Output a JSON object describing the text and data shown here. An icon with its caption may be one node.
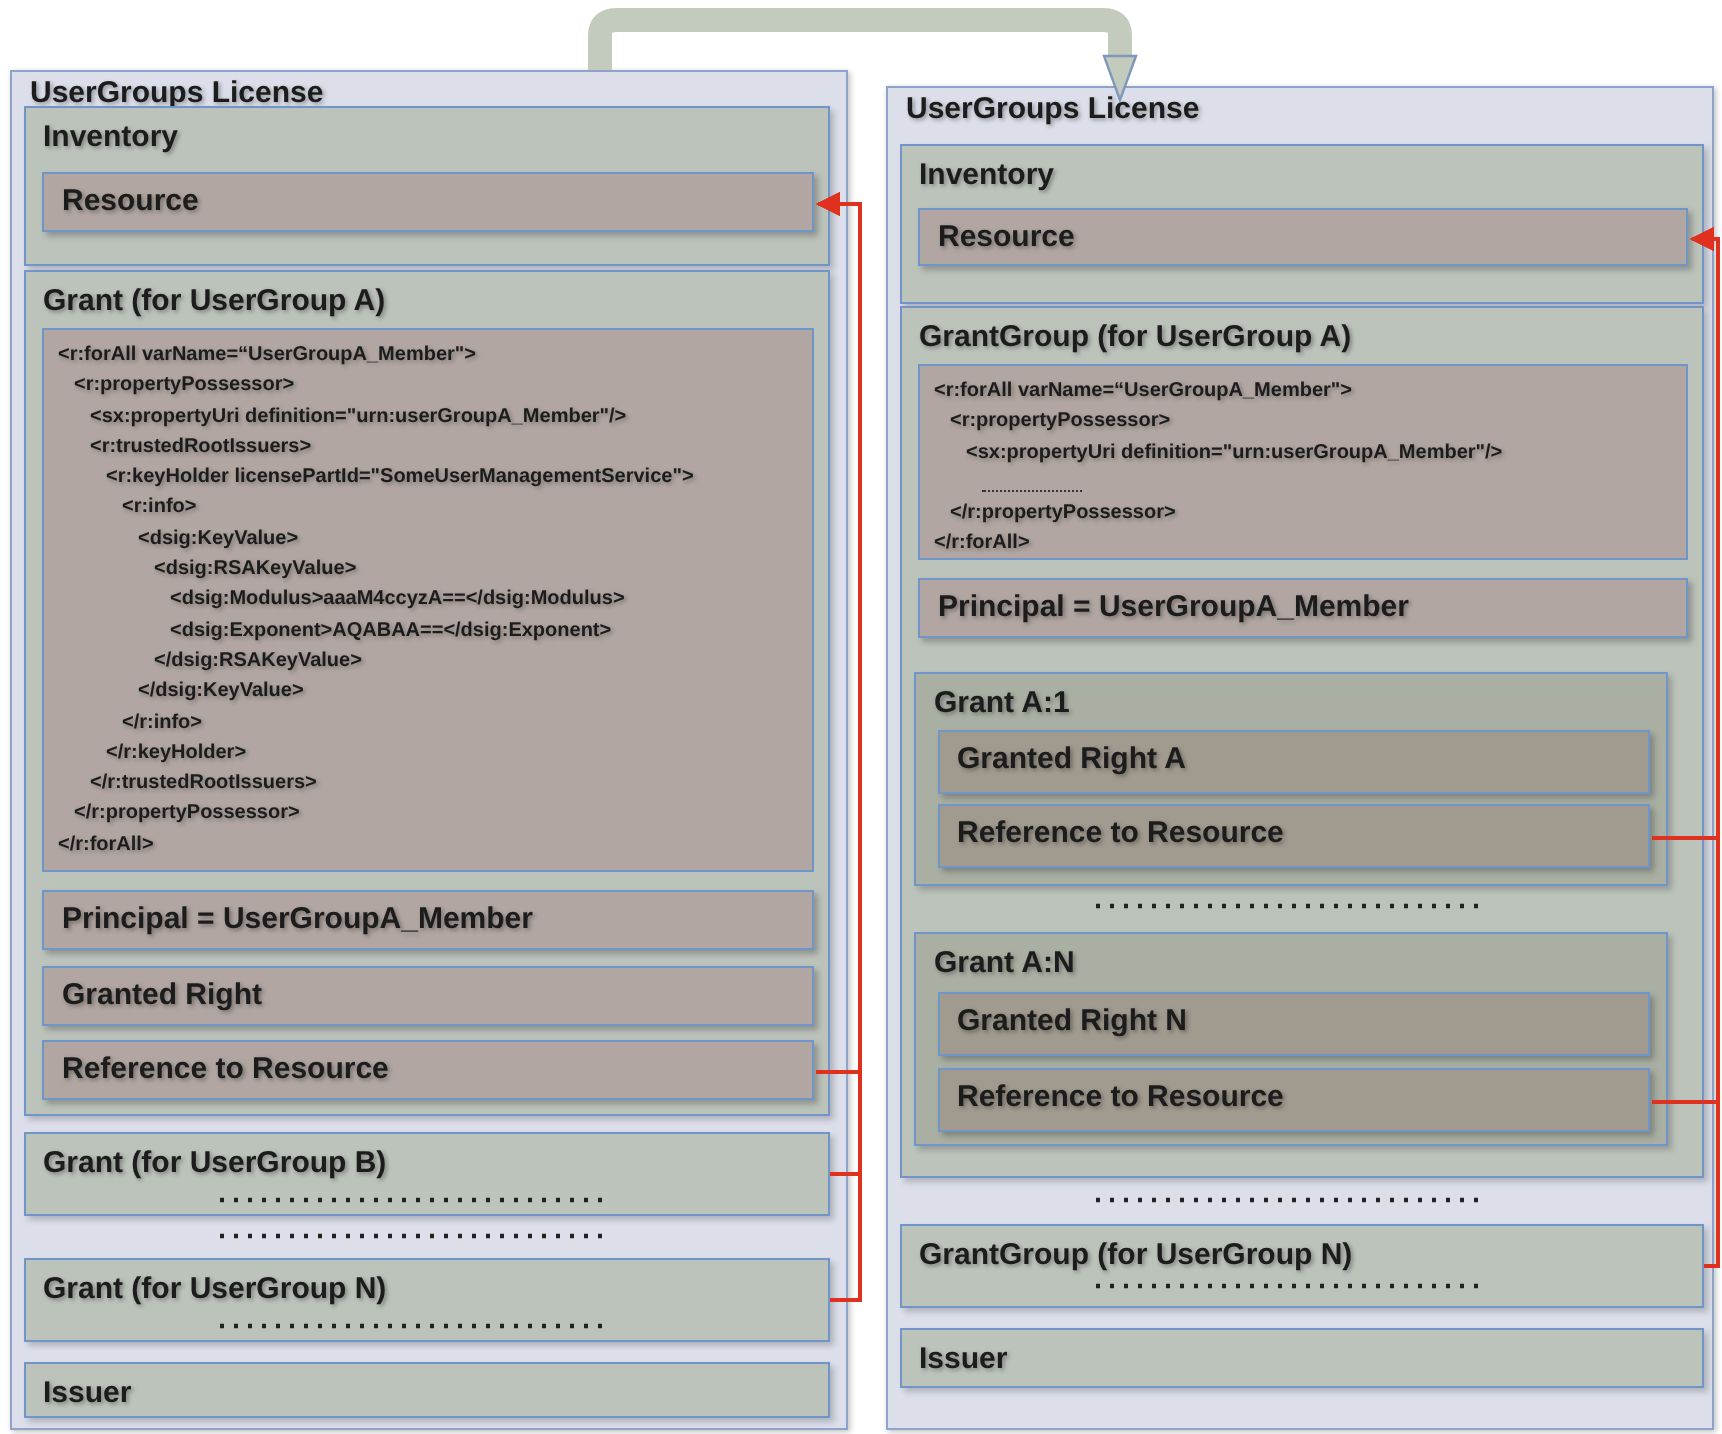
{
  "diagram": {
    "nodes": [
      {
        "text": [
          "UserGroups License"
        ]
      },
      {
        "text": [
          "Inventory"
        ],
        "in": 0
      },
      {
        "text": [
          "Resource"
        ],
        "in": 1
      },
      {
        "text": [
          "Grant (for UserGroup A)"
        ],
        "in": 0
      },
      {
        "text": [
          "<r:forAll varName=“UserGroupA_Member\">",
          "<r:propertyPossessor>",
          "<sx:propertyUri definition=\"urn:userGroupA_Member\"/>",
          "<r:trustedRootIssuers>",
          "<r:keyHolder licensePartId=\"SomeUserManagementService\">",
          "<r:info>",
          "<dsig:KeyValue>",
          "<dsig:RSAKeyValue>",
          "<dsig:Modulus>aaaM4ccyzA==</dsig:Modulus>",
          "<dsig:Exponent>AQABAA==</dsig:Exponent>",
          "</dsig:RSAKeyValue>",
          "</dsig:KeyValue>",
          "</r:info>",
          "</r:keyHolder>",
          "</r:trustedRootIssuers>",
          "</r:propertyPossessor>",
          "</r:forAll>"
        ],
        "in": 3
      },
      {
        "text": [
          "Principal = UserGroupA_Member"
        ],
        "in": 3
      },
      {
        "text": [
          "Granted Right"
        ],
        "in": 3
      },
      {
        "text": [
          "Reference to Resource"
        ],
        "in": 3
      },
      {
        "text": [
          "Grant (for UserGroup B)"
        ],
        "in": 0
      },
      {
        "text": [
          "Grant (for UserGroup N)"
        ],
        "in": 0
      },
      {
        "text": [
          "Issuer"
        ],
        "in": 0
      },
      {
        "text": [
          "UserGroups License"
        ]
      },
      {
        "text": [
          "Inventory"
        ],
        "in": 11
      },
      {
        "text": [
          "Resource"
        ],
        "in": 12
      },
      {
        "text": [
          "GrantGroup (for UserGroup A)"
        ],
        "in": 11
      },
      {
        "text": [
          "<r:forAll varName=“UserGroupA_Member\">",
          "<r:propertyPossessor>",
          "<sx:propertyUri definition=\"urn:userGroupA_Member\"/>",
          "</r:propertyPossessor>",
          "</r:forAll>"
        ],
        "in": 14
      },
      {
        "text": [
          "Principal = UserGroupA_Member"
        ],
        "in": 14
      },
      {
        "text": [
          "Grant A:1"
        ],
        "in": 14
      },
      {
        "text": [
          "Granted Right A"
        ],
        "in": 17
      },
      {
        "text": [
          "Reference to Resource"
        ],
        "in": 17
      },
      {
        "text": [
          "Grant A:N"
        ],
        "in": 14
      },
      {
        "text": [
          "Granted Right N"
        ],
        "in": 20
      },
      {
        "text": [
          "Reference to Resource"
        ],
        "in": 20
      },
      {
        "text": [
          "GrantGroup (for UserGroup N)"
        ],
        "in": 11
      },
      {
        "text": [
          "Issuer"
        ],
        "in": 11
      }
    ],
    "edges": [
      {
        "from": 0,
        "to": 11,
        "arrow": "to",
        "style": "thick",
        "color": "#c3cbbd"
      },
      {
        "from": 7,
        "to": 2,
        "arrow": "to"
      },
      {
        "from": 8,
        "to": 2,
        "arrow": "to"
      },
      {
        "from": 9,
        "to": 2,
        "arrow": "to"
      },
      {
        "from": 19,
        "to": 13,
        "arrow": "to"
      },
      {
        "from": 22,
        "to": 13,
        "arrow": "to"
      },
      {
        "from": 23,
        "to": 13,
        "arrow": "to"
      }
    ]
  }
}
